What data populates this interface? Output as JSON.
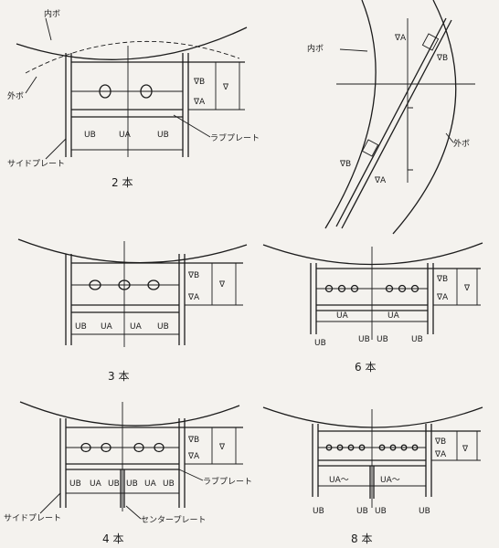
{
  "labels": {
    "inner_shell": "内ボ",
    "outer_shell": "外ボ",
    "side_plate": "サイドプレート",
    "rib_plate": "ラブプレート",
    "center_plate": "センタープレート",
    "vb": "∇B",
    "va": "∇A",
    "v": "∇",
    "ub": "UB",
    "ua": "UA",
    "ua_tilde": "UA～"
  },
  "captions": {
    "two": "2 本",
    "three": "3 本",
    "four": "4 本",
    "six": "6 本",
    "eight": "8 本"
  }
}
